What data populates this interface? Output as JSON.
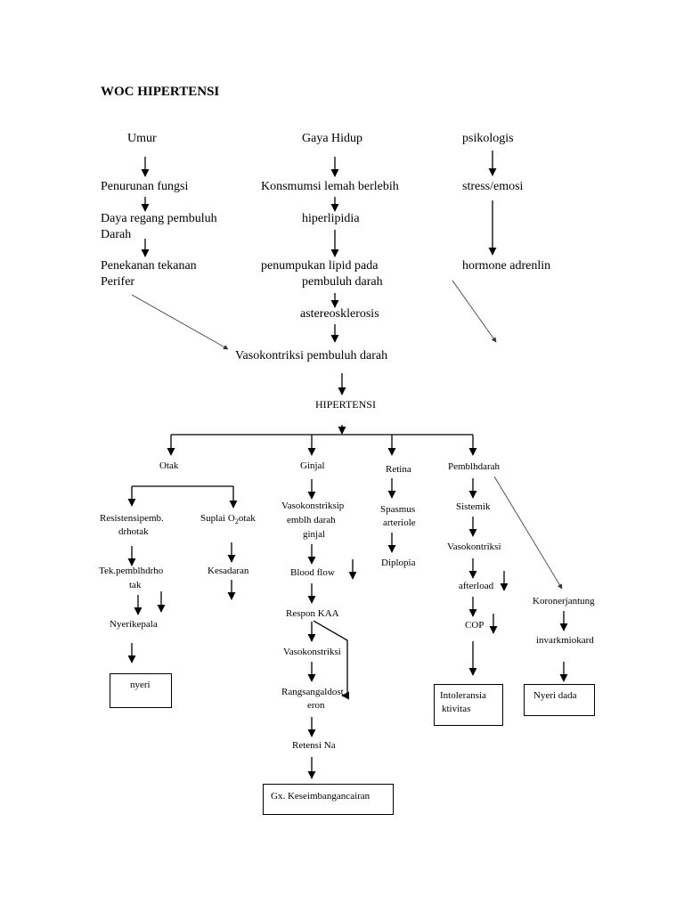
{
  "title": "WOC HIPERTENSI",
  "col1": {
    "umur": "Umur",
    "penurunan": "Penurunan fungsi",
    "daya_l1": "Daya regang pembuluh",
    "daya_l2": "Darah",
    "penekanan_l1": "Penekanan tekanan",
    "penekanan_l2": "Perifer"
  },
  "col2": {
    "gaya": "Gaya Hidup",
    "konsumsi": "Konsmumsi lemah berlebih",
    "hiperlipidia": "hiperlipidia",
    "penumpukan_l1": "penumpukan lipid pada",
    "penumpukan_l2": "pembuluh darah",
    "astereo": "astereosklerosis"
  },
  "col3": {
    "psikologis": "psikologis",
    "stress": "stress/emosi",
    "hormone": "hormone adrenlin"
  },
  "vaso_main": "Vasokontriksi pembuluh darah",
  "hipertensi": "HIPERTENSI",
  "otak": {
    "label": "Otak",
    "resisten_l1": "Resistensipemb.",
    "resisten_l2": "drhotak",
    "suplai_pre": "Suplai O",
    "suplai_sub": "2",
    "suplai_post": "otak",
    "tek_l1": "Tek.pemblhdrho",
    "tek_l2": "tak",
    "kesadaran": "Kesadaran",
    "nyerikepala": "Nyerikepala",
    "nyeri": "nyeri"
  },
  "ginjal": {
    "label": "Ginjal",
    "vaso_l1": "Vasokonstriksip",
    "vaso_l2": "emblh darah",
    "vaso_l3": "ginjal",
    "blood": "Blood flow",
    "respon": "Respon KAA",
    "vaso2": "Vasokonstriksi",
    "rang_l1": "Rangsangaldost",
    "rang_l2": "eron",
    "retensi": "Retensi Na",
    "gx": "Gx. Keseimbangancairan"
  },
  "retina": {
    "label": "Retina",
    "spasmus_l1": "Spasmus",
    "spasmus_l2": "arteriole",
    "diplopia": "Diplopia"
  },
  "pembuluh": {
    "label": "Pemblhdarah",
    "sistemik": "Sistemik",
    "vasok": "Vasokontriksi",
    "afterload": "afterload",
    "cop": "COP",
    "into_l1": "Intoleransia",
    "into_l2": "ktivitas",
    "koroner": "Koronerjantung",
    "invark": "invarkmiokard",
    "nyeri_dada": "Nyeri dada"
  }
}
